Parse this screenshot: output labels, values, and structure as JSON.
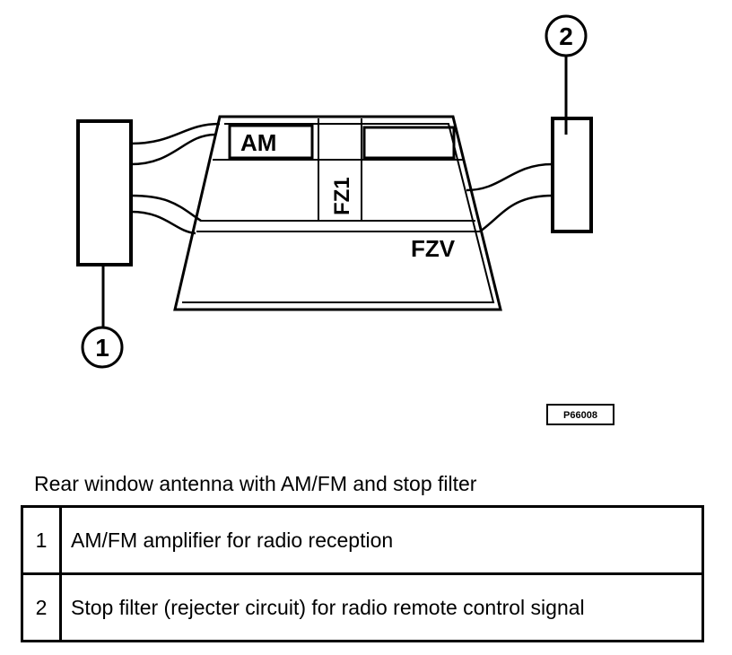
{
  "diagram": {
    "labels": {
      "am": "AM",
      "fz1": "FZ1",
      "fzv": "FZV",
      "code": "P66008"
    },
    "callouts": [
      "1",
      "2"
    ]
  },
  "caption": "Rear window antenna with AM/FM and stop filter",
  "legend": [
    {
      "num": "1",
      "text": "AM/FM amplifier for radio reception"
    },
    {
      "num": "2",
      "text": "Stop filter (rejecter circuit) for radio remote control signal"
    }
  ]
}
